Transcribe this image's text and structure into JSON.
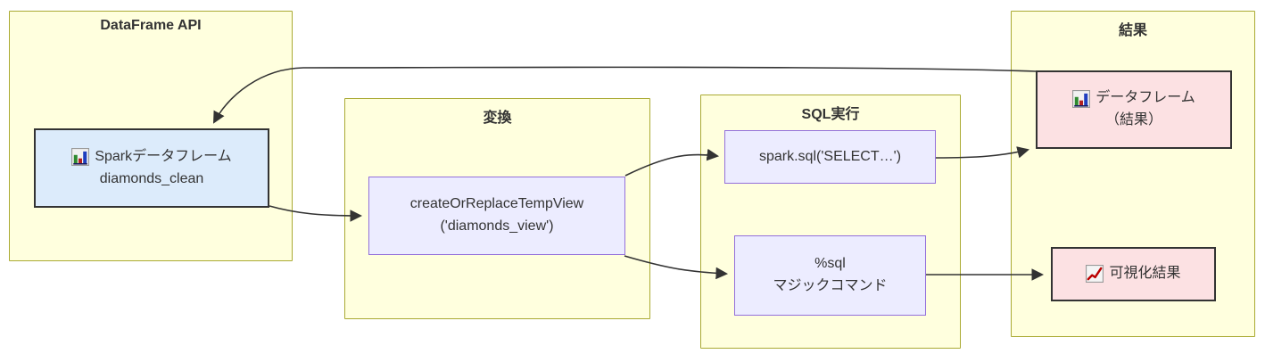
{
  "diagram": {
    "type": "flowchart",
    "clusters": [
      {
        "id": "dataframe-api",
        "title": "DataFrame API"
      },
      {
        "id": "transform",
        "title": "変換"
      },
      {
        "id": "sql-exec",
        "title": "SQL実行"
      },
      {
        "id": "results",
        "title": "結果"
      }
    ],
    "nodes": [
      {
        "id": "spark-dataframe",
        "icon": "bar-chart-icon",
        "lines": [
          "Sparkデータフレーム",
          "diamonds_clean"
        ]
      },
      {
        "id": "create-temp-view",
        "icon": null,
        "lines": [
          "createOrReplaceTempView",
          "('diamonds_view')"
        ]
      },
      {
        "id": "spark-sql",
        "icon": null,
        "lines": [
          "spark.sql('SELECT…')"
        ]
      },
      {
        "id": "sql-magic-command",
        "icon": null,
        "lines": [
          "%sql",
          "マジックコマンド"
        ]
      },
      {
        "id": "dataframe-result",
        "icon": "bar-chart-icon",
        "lines": [
          "データフレーム",
          "（結果）"
        ]
      },
      {
        "id": "visualization-result",
        "icon": "chart-increasing-icon",
        "lines": [
          "可視化結果"
        ]
      }
    ],
    "edges": [
      {
        "from": "spark-dataframe",
        "to": "create-temp-view"
      },
      {
        "from": "create-temp-view",
        "to": "spark-sql"
      },
      {
        "from": "create-temp-view",
        "to": "sql-magic-command"
      },
      {
        "from": "spark-sql",
        "to": "dataframe-result"
      },
      {
        "from": "sql-magic-command",
        "to": "visualization-result"
      },
      {
        "from": "dataframe-result",
        "to": "spark-dataframe"
      }
    ]
  },
  "colors": {
    "cluster_fill": "#ffffde",
    "cluster_border": "#aaaa33",
    "node_fill": "#ececff",
    "node_border": "#9370db",
    "source_node_fill": "#dcebfb",
    "result_node_fill": "#fce1e3",
    "emphasis_border": "#333333",
    "edge": "#333333",
    "text": "#333333",
    "icon_bar_green": "#2f8a2f",
    "icon_bar_red": "#b22222",
    "icon_bar_blue": "#1f3fbf",
    "icon_line_red": "#bb0000"
  }
}
